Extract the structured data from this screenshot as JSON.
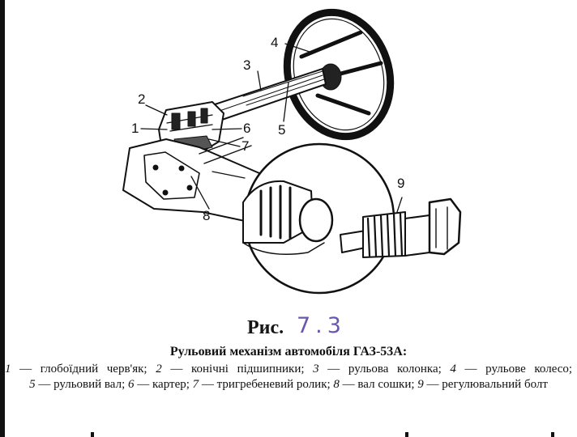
{
  "figure": {
    "label": "Рис.",
    "number": "7.3",
    "title": "Рульовий механізм автомобіля ГАЗ-53А:",
    "callouts": [
      "1",
      "2",
      "3",
      "4",
      "5",
      "6",
      "7",
      "8",
      "9"
    ]
  },
  "legend": [
    {
      "num": "1",
      "text": "глобоїдний черв'як;"
    },
    {
      "num": "2",
      "text": "конічні підшипники;"
    },
    {
      "num": "3",
      "text": "рульова колонка;"
    },
    {
      "num": "4",
      "text": "рульове колесо;"
    },
    {
      "num": "5",
      "text": "рульовий вал;"
    },
    {
      "num": "6",
      "text": "картер;"
    },
    {
      "num": "7",
      "text": "тригребеневий ролик;"
    },
    {
      "num": "8",
      "text": "вал сошки;"
    },
    {
      "num": "9",
      "text": "регулювальний болт"
    }
  ]
}
